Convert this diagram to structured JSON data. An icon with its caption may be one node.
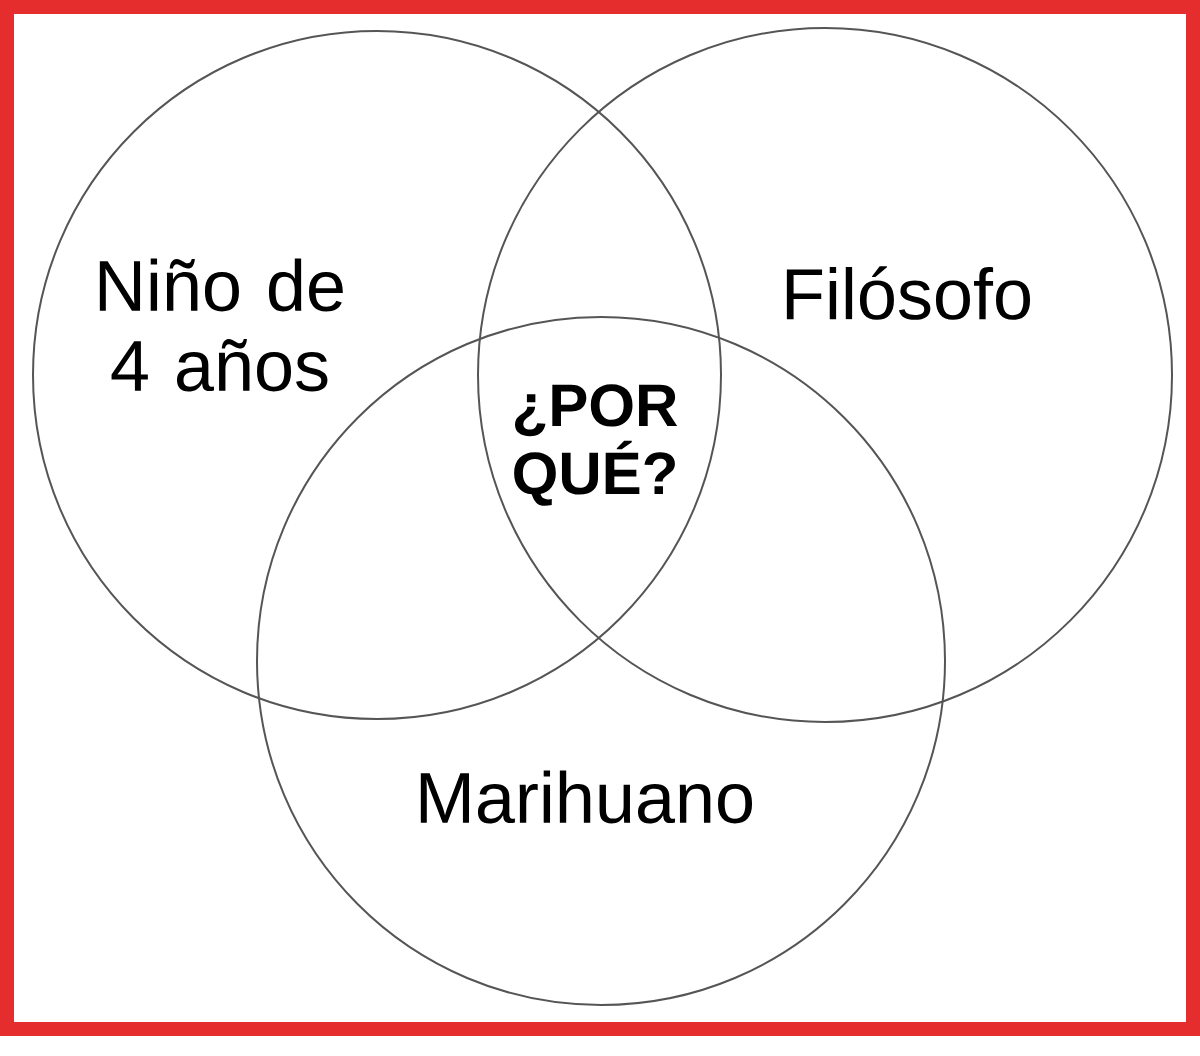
{
  "diagram": {
    "nodes": [
      {
        "text": [
          "Niño de 4 años"
        ]
      },
      {
        "text": [
          "Filósofo"
        ]
      },
      {
        "text": [
          "Marihuano"
        ]
      }
    ],
    "labels": [
      "¿POR QUÉ?"
    ]
  }
}
